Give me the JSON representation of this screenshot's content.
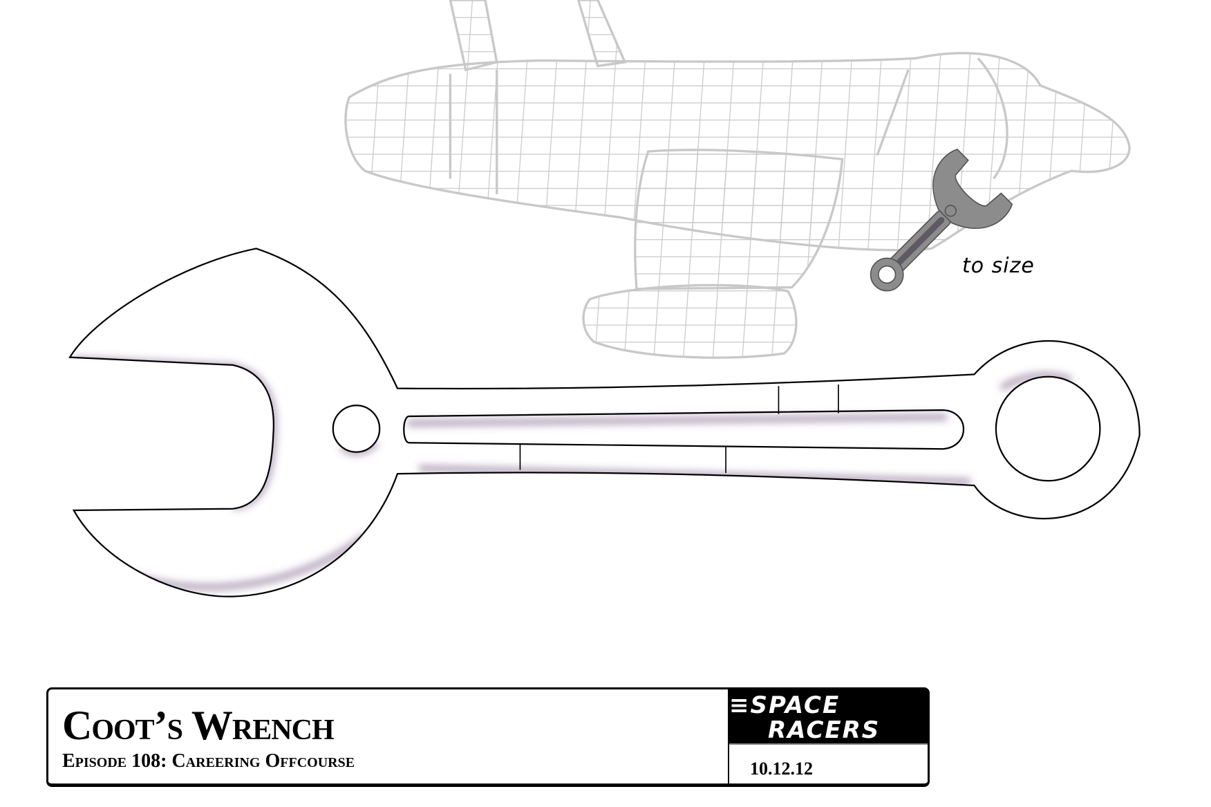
{
  "drawing": {
    "annotation": "to size",
    "colors": {
      "wireframe": "#c8c8c8",
      "small_wrench": "#8c8c8c",
      "outline": "#000000",
      "shadow": "#6a4a7a"
    }
  },
  "title_block": {
    "title": "Coot’s Wrench",
    "episode": "Episode 108: Careering Offcourse",
    "logo_line1": "≡SPACE",
    "logo_line2": "RACERS",
    "logo_text": "Space Racers",
    "date": "10.12.12"
  }
}
